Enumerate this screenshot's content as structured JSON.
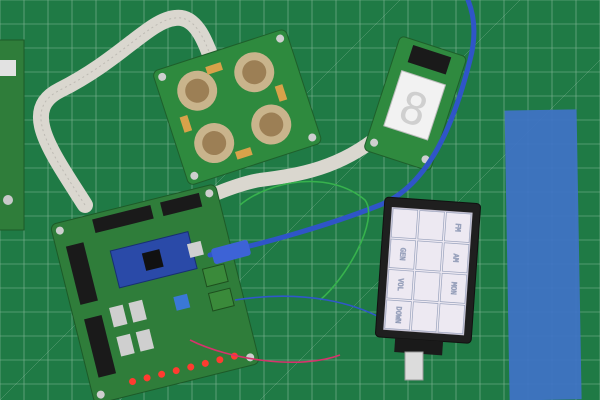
{
  "scene": {
    "touchscreen": {
      "buttons": [
        {
          "label": "VOL",
          "row": 2,
          "col": 0
        },
        {
          "label": "GEN",
          "row": 1,
          "col": 0
        },
        {
          "label": "AM",
          "row": 1,
          "col": 2
        },
        {
          "label": "FM",
          "row": 0,
          "col": 2
        },
        {
          "label": "MON",
          "row": 2,
          "col": 2
        },
        {
          "label": "DOWN",
          "row": 3,
          "col": 0
        }
      ]
    },
    "led_display": {
      "digit": "8"
    }
  },
  "colors": {
    "mat": "#1f7a45",
    "grid_line": "#d8eadc",
    "pcb_green": "#2f7d3a",
    "pcb_dark": "#1a1a1a",
    "usb_cable": "#2f55c8",
    "ribbon": "#dad7cf",
    "blue_tape": "#3f73c4",
    "arduino": "#2a4aa8"
  }
}
